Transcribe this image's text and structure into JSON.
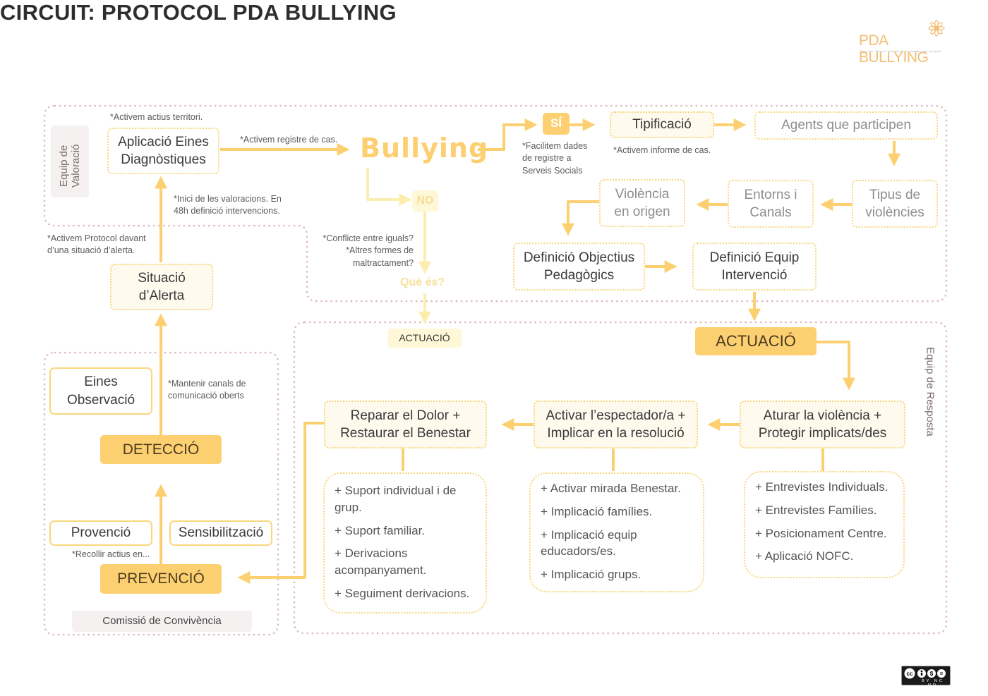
{
  "title": "CIRCUIT: PROTOCOL PDA BULLYING",
  "logo": {
    "text": "PDA BULLYING",
    "tagline": "Prevenció · Detecció · Actuació davant l'assetjament entre iguals"
  },
  "teams": {
    "valoracio": "Equip de Valoració",
    "resposta": "Equip de Resposta",
    "convivencia": "Comissió de Convivència"
  },
  "nodes": {
    "aplicacio": "Aplicació Eines Diagnòstiques",
    "bullying": "Bullying",
    "si": "SÍ",
    "no": "NO",
    "que_es": "Què és?",
    "actuacio_small": "ACTUACIÓ",
    "tipificacio": "Tipificació",
    "agents": "Agents que participen",
    "tipus": "Tipus de violències",
    "entorns": "Entorns i Canals",
    "violencia": "Violència en origen",
    "objectius": "Definició Objectius Pedagògics",
    "equip": "Definició Equip Intervenció",
    "actuacio": "ACTUACIÓ",
    "situacio": "Situació d’Alerta",
    "eines_obs": "Eines Observació",
    "deteccio": "DETECCIÓ",
    "provencio": "Provenció",
    "sensibilitzacio": "Sensibilització",
    "prevencio": "PREVENCIÓ",
    "aturar": "Aturar la violència + Protegir implicats/des",
    "activar": "Activar l’espectador/a + Implicar en la resolució",
    "reparar": "Reparar el Dolor + Restaurar el Benestar"
  },
  "notes": {
    "actius_territori": "*Activem actius territori.",
    "registre_cas": "*Activem registre de cas.",
    "inici_valoracions": "*Inici de les valoracions. En 48h definició intervencions.",
    "activem_protocol": "*Activem Protocol davant d’una situació d’alerta.",
    "conflicte": "*Conflicte entre iguals? *Altres formes de maltractament?",
    "facilitem": "*Facilitem dades de registre a Serveis Socials",
    "informe": "*Activem informe de cas.",
    "mantenir": "*Mantenir canals de comunicació oberts",
    "recollir": "*Recollir actius en..."
  },
  "lists": {
    "reparar": [
      "+ Suport individual i de grup.",
      "+ Suport familiar.",
      "+ Derivacions acompanyament.",
      "+ Seguiment derivacions."
    ],
    "activar": [
      "+ Activar mirada Benestar.",
      "+ Implicació famílies.",
      "+ Implicació equip educadors/es.",
      "+ Implicació grups."
    ],
    "aturar": [
      "+ Entrevistes Individuals.",
      "+ Entrevistes Famílies.",
      "+ Posicionament Centre.",
      "+ Aplicació NOFC."
    ]
  },
  "license": "BY NC ND",
  "colors": {
    "accent": "#fcd071",
    "arrow": "#fcd071",
    "frame": "#dcb9bd",
    "pale": "#fef8d8"
  }
}
